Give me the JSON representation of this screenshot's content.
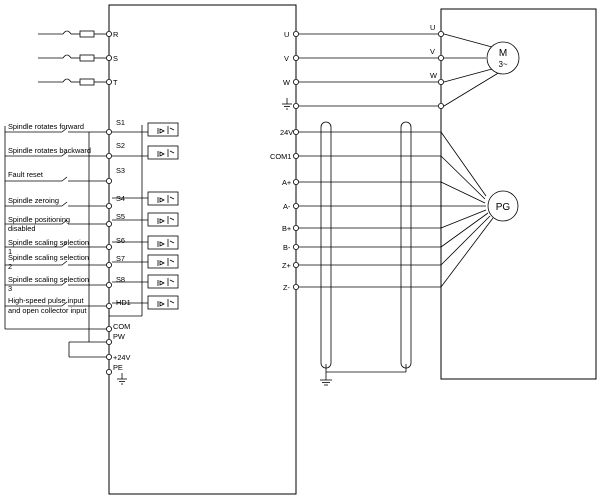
{
  "power_inputs": [
    "R",
    "S",
    "T"
  ],
  "motor_terminals_left": [
    "U",
    "V",
    "W"
  ],
  "motor_terminals_right": [
    "U",
    "V",
    "W"
  ],
  "motor_label": "M",
  "motor_sub": "3~",
  "encoder_label": "PG",
  "encoder_terminals": [
    "24V",
    "COM1",
    "A+",
    "A-",
    "B+",
    "B-",
    "Z+",
    "Z-"
  ],
  "inputs": [
    {
      "label": [
        "Spindle rotates forward"
      ],
      "terminal": "S1"
    },
    {
      "label": [
        "Spindle rotates backward"
      ],
      "terminal": "S2"
    },
    {
      "label": [
        "Fault reset"
      ],
      "terminal": "S3"
    },
    {
      "label": [
        "Spindle zeroing"
      ],
      "terminal": "S4"
    },
    {
      "label": [
        "Spindle positioning",
        "disabled"
      ],
      "terminal": "S5"
    },
    {
      "label": [
        "Spindle scaling selection",
        "1"
      ],
      "terminal": "S6"
    },
    {
      "label": [
        "Spindle scaling selection",
        "2"
      ],
      "terminal": "S7"
    },
    {
      "label": [
        "Spindle scaling selection",
        "3"
      ],
      "terminal": "S8"
    },
    {
      "label": [
        "High-speed pulse input",
        "and open collector input"
      ],
      "terminal": "HD1"
    }
  ],
  "common_terminals": [
    "COM",
    "PW",
    "+24V",
    "PE"
  ]
}
